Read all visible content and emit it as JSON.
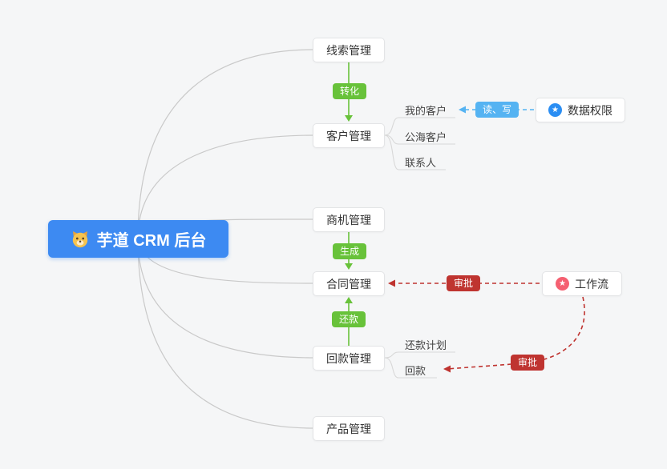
{
  "root": {
    "label": "芋道 CRM 后台",
    "mascot_icon": "dog-face-icon"
  },
  "nodes": {
    "clue": "线索管理",
    "customer": "客户管理",
    "business": "商机管理",
    "contract": "合同管理",
    "receivable": "回款管理",
    "product": "产品管理",
    "permission": "数据权限",
    "workflow": "工作流"
  },
  "sub_items": {
    "customer": [
      "我的客户",
      "公海客户",
      "联系人"
    ],
    "receivable": [
      "还款计划",
      "回款"
    ]
  },
  "badges": {
    "transform": "转化",
    "generate": "生成",
    "repay": "还款",
    "read_write": "读、写",
    "approve_contract": "审批",
    "approve_receivable": "审批"
  },
  "icons": {
    "star_glyph": "★",
    "permission_icon": "star-circle-blue",
    "workflow_icon": "star-circle-red"
  },
  "colors": {
    "root_blue": "#3d8af2",
    "edge_green": "#68c23a",
    "edge_blue": "#55b3f2",
    "edge_red": "#bf3430",
    "root_curve_gray": "#c9c9c9",
    "background": "#f5f6f7"
  }
}
